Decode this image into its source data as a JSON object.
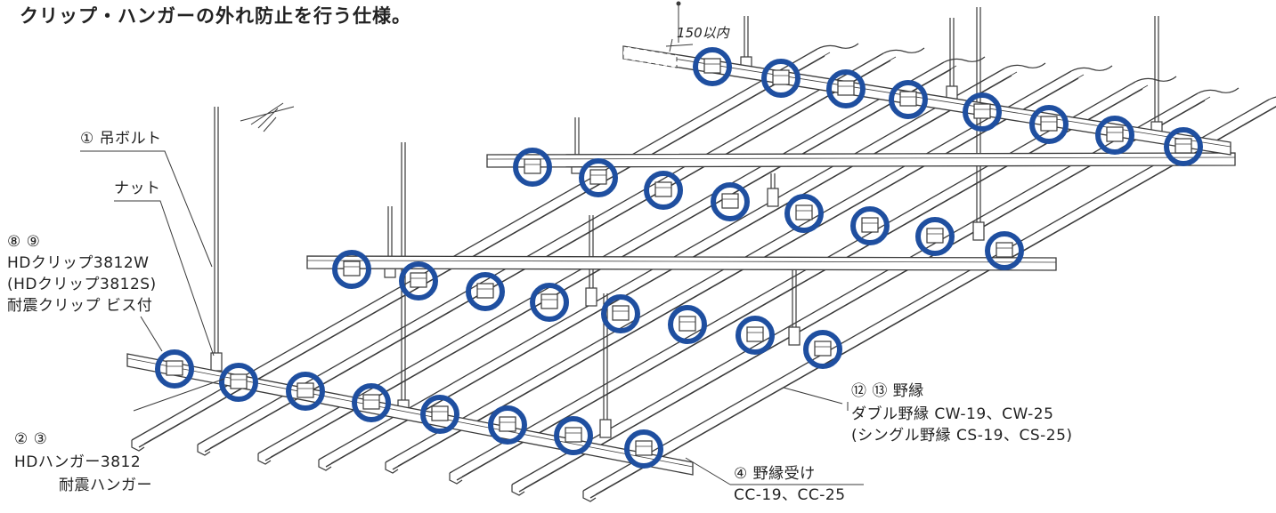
{
  "heading": "クリップ・ハンガーの外れ防止を行う仕様。",
  "dimension_label": "150以内",
  "callouts": {
    "bolt": "① 吊ボルト",
    "nut": "ナット",
    "clip_numbers": "⑧ ⑨",
    "clip_line1": "HDクリップ3812W",
    "clip_line2": "(HDクリップ3812S)",
    "clip_line3": "耐震クリップ ビス付",
    "hanger_numbers": "② ③",
    "hanger_line1": "HDハンガー3812",
    "hanger_line2": "耐震ハンガー",
    "nobuchi_title": "⑫ ⑬ 野縁",
    "nobuchi_line1": "ダブル野縁 CW-19、CW-25",
    "nobuchi_line2": "(シングル野縁 CS-19、CS-25)",
    "ukei_title": "④ 野縁受け",
    "ukei_line1": "CC-19、CC-25"
  },
  "colors": {
    "line": "#3a3a3a",
    "highlight_ring": "#1f4fa0"
  }
}
